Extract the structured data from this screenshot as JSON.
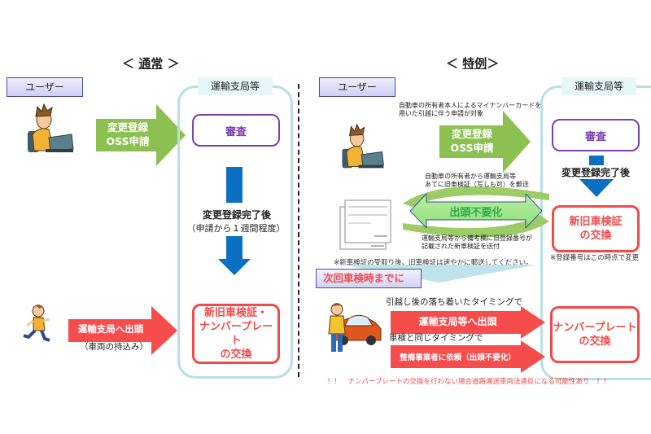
{
  "left": {
    "heading_prefix": "＜ ",
    "heading": "通常",
    "heading_suffix": " ＞",
    "user_label": "ユーザー",
    "office_label": "運輸支局等",
    "apply_arrow": {
      "line1": "変更登録",
      "line2": "OSS申請"
    },
    "review_box": "審査",
    "after_label": "変更登録完了後",
    "after_sub": "（申請から１週間程度）",
    "visit_arrow": "運輸支局へ出頭",
    "visit_sub": "（車両の持込み）",
    "exchange_box": {
      "line1": "新旧車検証・",
      "line2": "ナンバープレート",
      "line3": "の交換"
    }
  },
  "right": {
    "heading_prefix": "＜ ",
    "heading": "特例",
    "heading_suffix": "＞",
    "user_label": "ユーザー",
    "office_label": "運輸支局等",
    "target_note": {
      "line1": "自動車の所有者本人によるマイナンバーカードを",
      "line2": "用いた引越に伴う申請が対象"
    },
    "apply_arrow": {
      "line1": "変更登録",
      "line2": "OSS申請"
    },
    "review_box": "審査",
    "after_label": "変更登録完了後",
    "mail_top": {
      "line1": "自動車の所有者から運輸支局等",
      "line2": "あてに旧車検証（写しも可）を郵送"
    },
    "no_visit": "出頭不要化",
    "mail_bottom": {
      "line1": "運輸支局等から備考欄に旧登録番号が",
      "line2": "記載された新車検証を送付"
    },
    "cert_box": {
      "line1": "新旧車検証",
      "line2": "の交換"
    },
    "cert_note": "※登録番号はこの時点で変更",
    "return_note": "※新車検証の受取り後、旧車検証は速やかに郵送してください。",
    "deadline_label": "次回車検時までに",
    "timing1": "引越し後の落ち着いたタイミングで",
    "visit_arrow": "運輸支局等へ出頭",
    "timing2": "車検と同じタイミングで",
    "dealer_arrow": "整備事業者に依頼（出頭不要化）",
    "plate_box": {
      "line1": "ナンバープレート",
      "line2": "の交換"
    },
    "warning": "！！　ナンバープレートの交換を行わない場合道路運送車両法違反になる可能性あり　！！"
  },
  "colors": {
    "green_arrow": "#8cc152",
    "red_arrow": "#f64c4c",
    "blue_arrow": "#0b6fc2",
    "purple": "#7a3fb0",
    "red_text": "#f24a4a",
    "frame": "#b8dfe2",
    "no_visit_green": "#2fa84a"
  }
}
